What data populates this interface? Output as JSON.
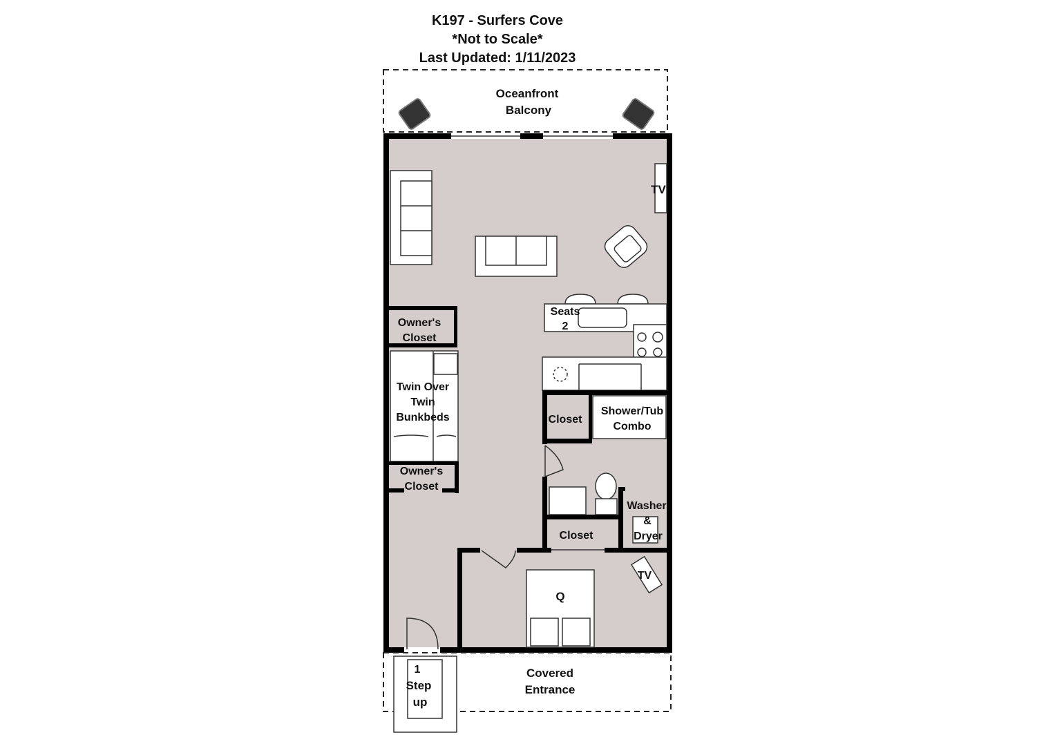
{
  "title": {
    "unit": "K197 - Surfers Cove",
    "scale_note": "*Not to Scale*",
    "updated": "Last Updated: 1/11/2023"
  },
  "rooms": {
    "balcony": [
      "Oceanfront",
      "Balcony"
    ],
    "tv_living": "TV",
    "seats": [
      "Seats",
      "2"
    ],
    "owners_closet_top": [
      "Owner's",
      "Closet"
    ],
    "bunk": [
      "Twin Over",
      "Twin",
      "Bunkbeds"
    ],
    "owners_closet_bottom": [
      "Owner's",
      "Closet"
    ],
    "closet_hall": "Closet",
    "shower": [
      "Shower/Tub",
      "Combo"
    ],
    "washer": [
      "Washer",
      "&",
      "Dryer"
    ],
    "closet_bed": "Closet",
    "tv_bed": "TV",
    "queen_bed": "Q",
    "step": [
      "1",
      "Step",
      "up"
    ],
    "entrance": [
      "Covered",
      "Entrance"
    ]
  },
  "colors": {
    "floor": "#d5cdcc",
    "wall": "#000000"
  }
}
